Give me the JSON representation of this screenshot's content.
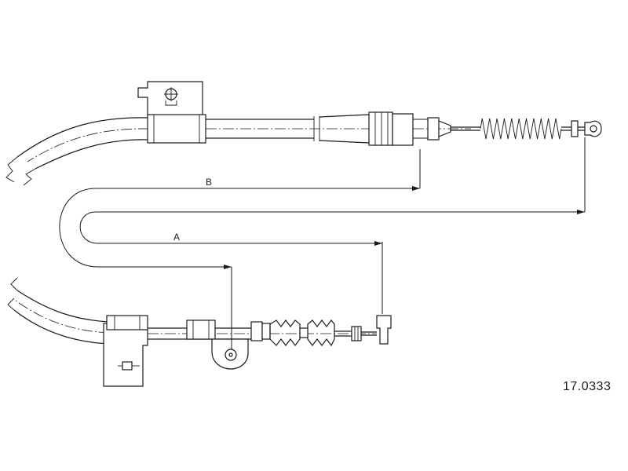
{
  "part_number": "17.0333",
  "dimensions": {
    "a_label": "A",
    "b_label": "B"
  }
}
